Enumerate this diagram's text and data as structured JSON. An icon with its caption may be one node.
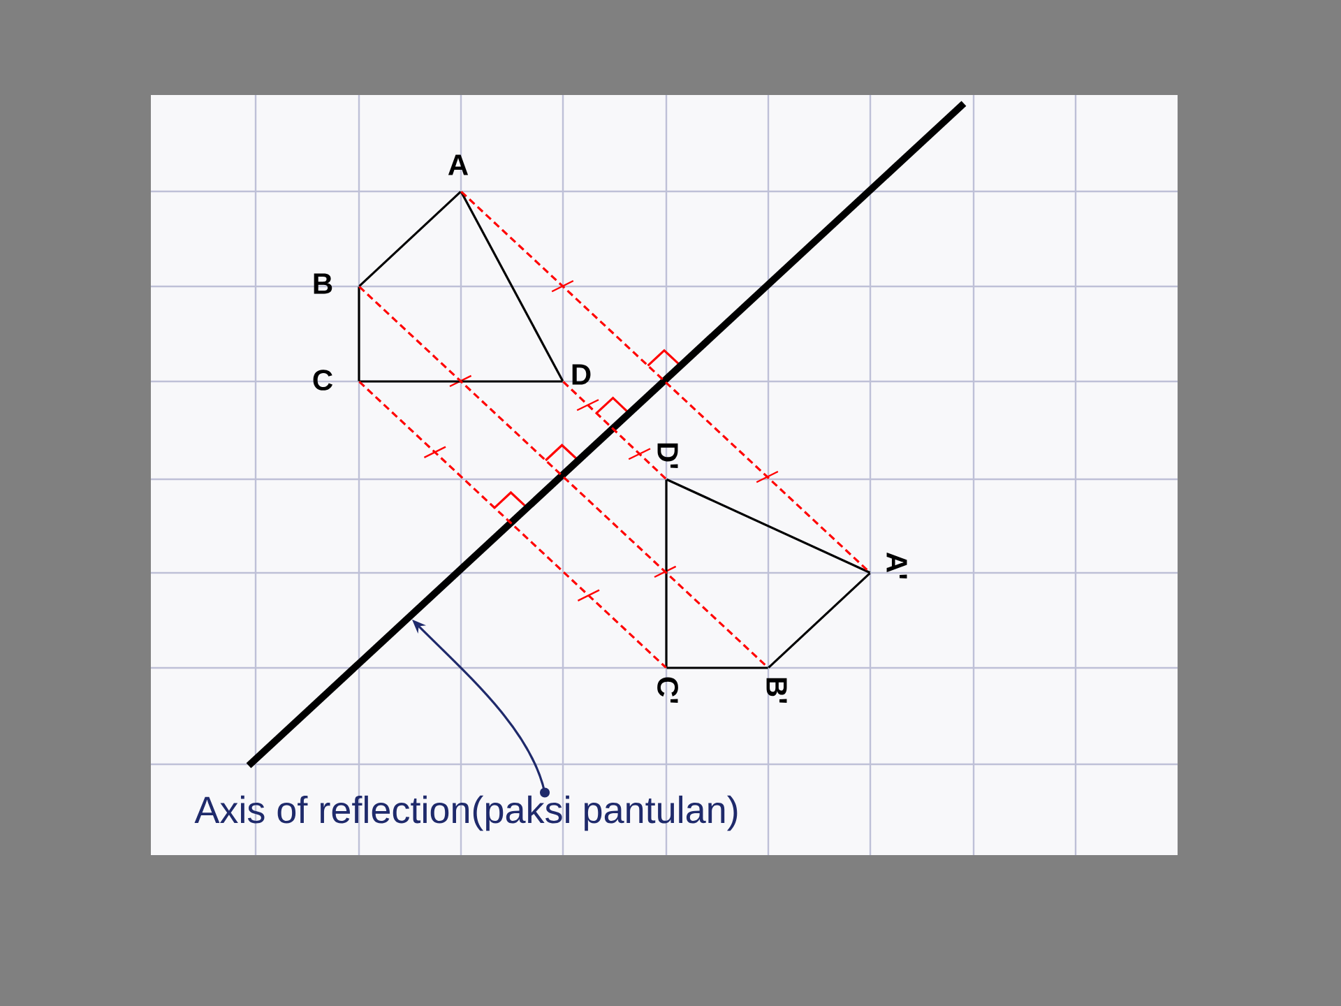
{
  "diagram": {
    "nodes": [
      {
        "text": [
          "A"
        ]
      },
      {
        "text": [
          "B"
        ]
      },
      {
        "text": [
          "C"
        ]
      },
      {
        "text": [
          "D"
        ]
      },
      {
        "text": [
          "A'"
        ]
      },
      {
        "text": [
          "B'"
        ]
      },
      {
        "text": [
          "C'"
        ]
      },
      {
        "text": [
          "D'"
        ]
      },
      {
        "text": [],
        "shape": "line"
      },
      {
        "text": [
          "Axis of reflection(paksi pantulan)"
        ]
      }
    ],
    "edges": [
      {
        "from": 0,
        "to": 1,
        "arrow": "none"
      },
      {
        "from": 1,
        "to": 2,
        "arrow": "none"
      },
      {
        "from": 2,
        "to": 3,
        "arrow": "none"
      },
      {
        "from": 3,
        "to": 0,
        "arrow": "none"
      },
      {
        "from": 4,
        "to": 5,
        "arrow": "none"
      },
      {
        "from": 5,
        "to": 6,
        "arrow": "none"
      },
      {
        "from": 6,
        "to": 7,
        "arrow": "none"
      },
      {
        "from": 7,
        "to": 4,
        "arrow": "none"
      },
      {
        "from": 0,
        "to": 4,
        "arrow": "none",
        "style": "dashed",
        "color": "#ff0000"
      },
      {
        "from": 1,
        "to": 5,
        "arrow": "none",
        "style": "dashed",
        "color": "#ff0000"
      },
      {
        "from": 2,
        "to": 6,
        "arrow": "none",
        "style": "dashed",
        "color": "#ff0000"
      },
      {
        "from": 3,
        "to": 7,
        "arrow": "none",
        "style": "dashed",
        "color": "#ff0000"
      },
      {
        "from": 9,
        "to": 8,
        "arrow": "to",
        "color": "#1f2a6b"
      }
    ]
  }
}
